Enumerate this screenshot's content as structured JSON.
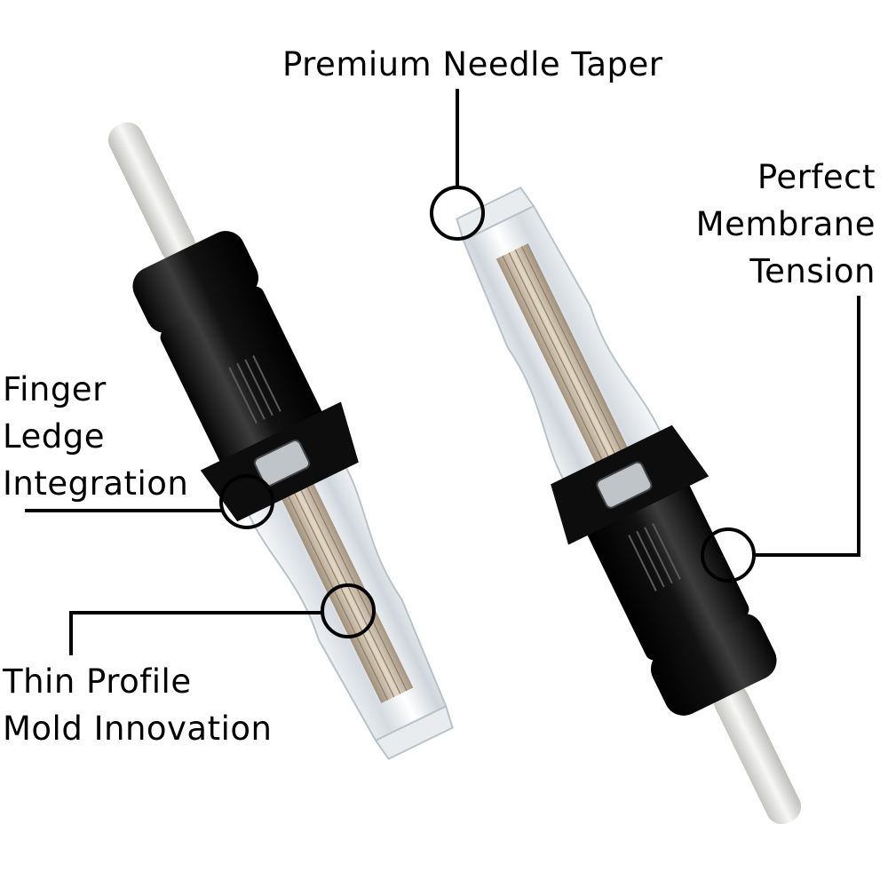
{
  "callouts": {
    "needle_taper": {
      "lines": [
        "Premium Needle Taper"
      ]
    },
    "finger_ledge": {
      "lines": [
        "Finger",
        "Ledge",
        "Integration"
      ]
    },
    "membrane_tension": {
      "lines": [
        "Perfect",
        "Membrane",
        "Tension"
      ]
    },
    "thin_profile": {
      "lines": [
        "Thin Profile",
        "Mold Innovation"
      ]
    }
  },
  "colors": {
    "background": "#ffffff",
    "cartridge_body": "#141414",
    "clear_shell": "#e9edf0",
    "needle": "#c7b9a4",
    "rod": "#e7e7e4",
    "leader_line": "#000000"
  }
}
